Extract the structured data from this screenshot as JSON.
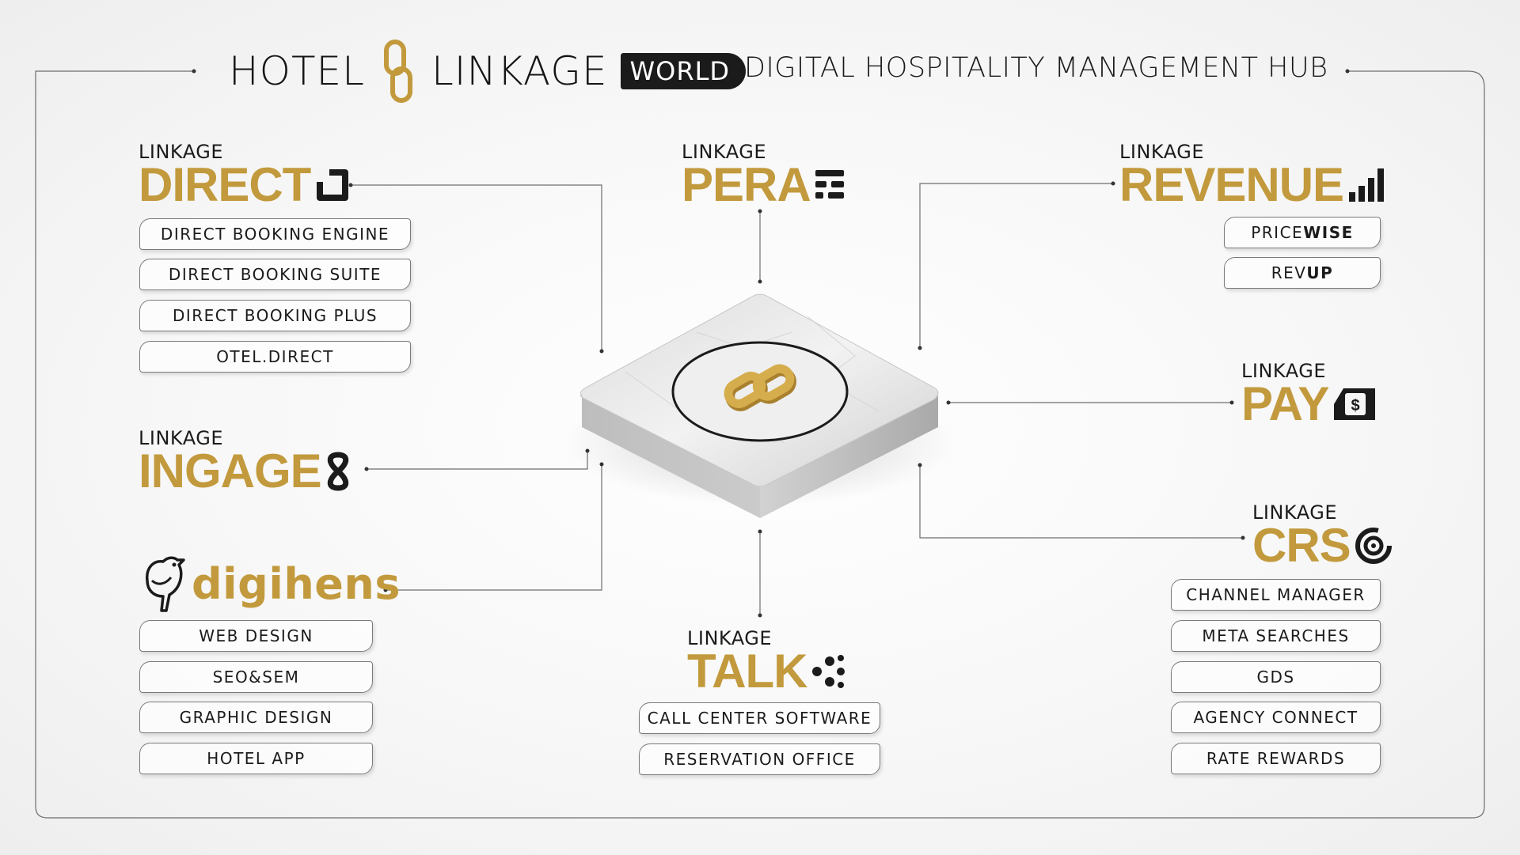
{
  "header": {
    "brand_left": "HOTEL",
    "brand_right": "LINKAGE",
    "brand_badge": "WORLD",
    "tagline": "DIGITAL HOSPITALITY MANAGEMENT HUB"
  },
  "colors": {
    "gold": "#c29a3d",
    "dark": "#1b1b1b",
    "line": "#6e6e6e"
  },
  "modules": {
    "direct": {
      "prefix": "LINKAGE",
      "name": "DIRECT",
      "icon": "square-bracket-icon",
      "items": [
        "DIRECT BOOKING ENGINE",
        "DIRECT BOOKING SUITE",
        "DIRECT BOOKING PLUS",
        "OTEL.DIRECT"
      ]
    },
    "pera": {
      "prefix": "LINKAGE",
      "name": "PERA",
      "icon": "dash-grid-icon"
    },
    "revenue": {
      "prefix": "LINKAGE",
      "name": "REVENUE",
      "icon": "bar-chart-icon",
      "items": [
        {
          "light": "PRICE",
          "bold": "WISE"
        },
        {
          "light": "REV",
          "bold": "UP"
        }
      ]
    },
    "ingage": {
      "prefix": "LINKAGE",
      "name": "INGAGE",
      "icon": "infinity-loop-icon"
    },
    "pay": {
      "prefix": "LINKAGE",
      "name": "PAY",
      "icon": "dollar-card-icon"
    },
    "digihens": {
      "name": "digihens",
      "icon": "hen-icon",
      "items": [
        "WEB DESIGN",
        "SEO&SEM",
        "GRAPHIC DESIGN",
        "HOTEL APP"
      ]
    },
    "talk": {
      "prefix": "LINKAGE",
      "name": "TALK",
      "icon": "dots-cluster-icon",
      "items": [
        "CALL CENTER SOFTWARE",
        "RESERVATION OFFICE"
      ]
    },
    "crs": {
      "prefix": "LINKAGE",
      "name": "CRS",
      "icon": "target-ring-icon",
      "items": [
        "CHANNEL MANAGER",
        "META SEARCHES",
        "GDS",
        "AGENCY CONNECT",
        "RATE REWARDS"
      ]
    }
  }
}
